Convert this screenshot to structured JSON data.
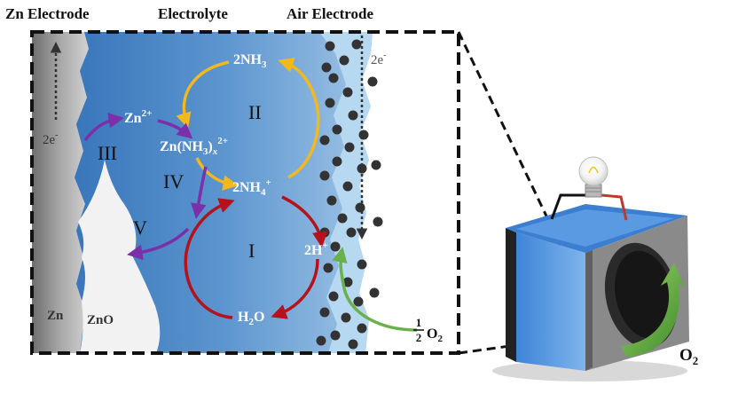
{
  "headers": {
    "zn_electrode": "Zn Electrode",
    "electrolyte": "Electrolyte",
    "air_electrode": "Air Electrode"
  },
  "labels": {
    "zn": "Zn",
    "zno": "ZnO",
    "two_e_left": "2e",
    "two_e_right": "2e",
    "electron_sup": "-",
    "zn2_base": "Zn",
    "zn2_sup": "2+",
    "complex_base": "Zn(NH",
    "complex_sub3": "3",
    "complex_paren": ")",
    "complex_subx": "x",
    "complex_sup": "2+",
    "nh3_base": "2NH",
    "nh3_sub": "3",
    "nh4_base": "2NH",
    "nh4_sub": "4",
    "nh4_sup": "+",
    "h_base": "2H",
    "h_sup": "+",
    "h2o_base": "H",
    "h2o_sub": "2",
    "h2o_tail": "O",
    "half_num": "1",
    "half_den": "2",
    "o2_base": "O",
    "o2_sub": "2",
    "o2_out_base": "O",
    "o2_out_sub": "2"
  },
  "steps": [
    "I",
    "II",
    "III",
    "IV",
    "V"
  ],
  "colors": {
    "electrolyte_dark": "#2f6db5",
    "electrolyte_light": "#bcd9f0",
    "zn_metal": "#8e8e8e",
    "zno": "#f2f2f2",
    "yellow_arrow": "#f2b81c",
    "red_arrow": "#b5121b",
    "purple_arrow": "#7b2fa8",
    "green_arrow": "#6ab04c",
    "dots": "#333333",
    "battery_blue": "#4a90e2",
    "battery_gray": "#7d7d7d"
  },
  "icons": [
    "light-bulb-icon",
    "battery-icon",
    "oxygen-flow-arrow-icon"
  ]
}
